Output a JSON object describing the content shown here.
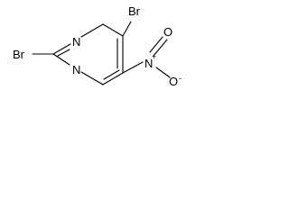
{
  "molecule": {
    "atoms": {
      "br_top": "Br",
      "br_left": "Br",
      "n_upper": "N",
      "n_lower": "N",
      "n_nitro": "N",
      "o_upper": "O",
      "o_right": "O",
      "plus_charge": "+",
      "minus_charge": "-"
    }
  }
}
